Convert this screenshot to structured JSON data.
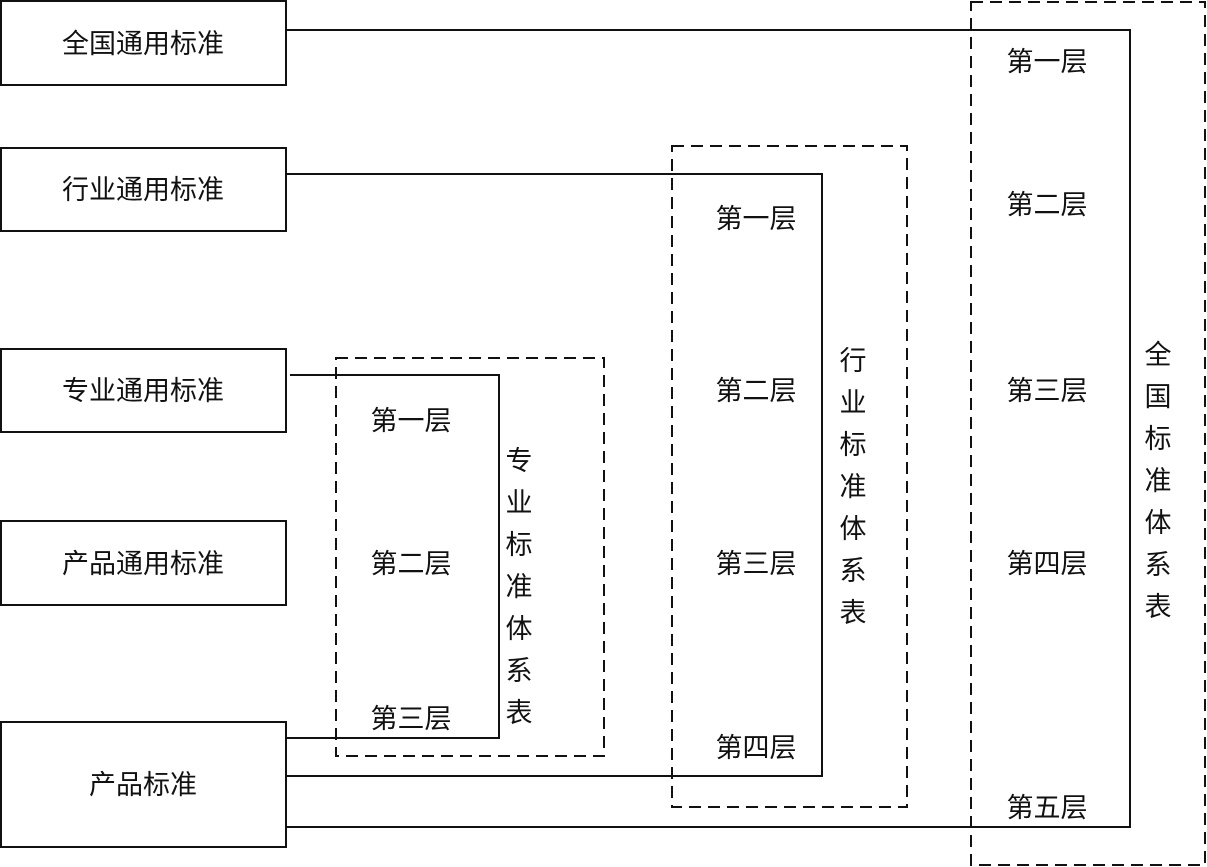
{
  "left_boxes": [
    {
      "id": "national",
      "label": "全国通用标准"
    },
    {
      "id": "industry",
      "label": "行业通用标准"
    },
    {
      "id": "specialty",
      "label": "专业通用标准"
    },
    {
      "id": "product_general",
      "label": "产品通用标准"
    },
    {
      "id": "product",
      "label": "产品标准"
    }
  ],
  "groups": {
    "specialty": {
      "title": "专业标准体系表",
      "title_chars": [
        "专",
        "业",
        "标",
        "准",
        "体",
        "系",
        "表"
      ],
      "layers": [
        "第一层",
        "第二层",
        "第三层"
      ]
    },
    "industry": {
      "title": "行业标准体系表",
      "title_chars": [
        "行",
        "业",
        "标",
        "准",
        "体",
        "系",
        "表"
      ],
      "layers": [
        "第一层",
        "第二层",
        "第三层",
        "第四层"
      ]
    },
    "national": {
      "title": "全国标准体系表",
      "title_chars": [
        "全",
        "国",
        "标",
        "准",
        "体",
        "系",
        "表"
      ],
      "layers": [
        "第一层",
        "第二层",
        "第三层",
        "第四层",
        "第五层"
      ]
    }
  }
}
